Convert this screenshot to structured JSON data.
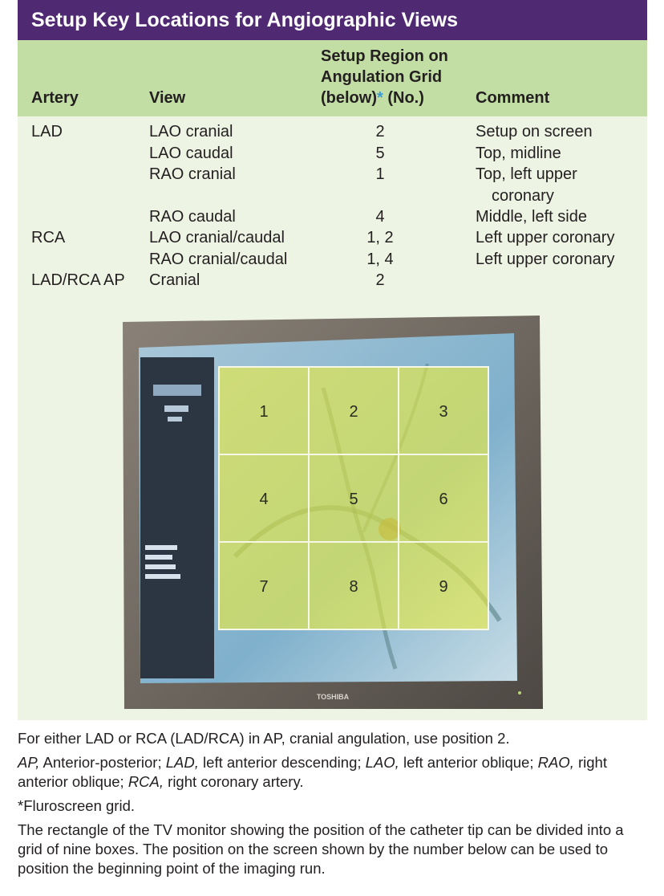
{
  "title": "Setup Key Locations for Angiographic Views",
  "headers": {
    "artery": "Artery",
    "view": "View",
    "region_line1": "Setup Region on",
    "region_line2": "Angulation Grid",
    "region_line3_a": "(below)",
    "region_line3_star": "*",
    "region_line3_b": " (No.)",
    "comment": "Comment"
  },
  "rows": [
    {
      "artery": "LAD",
      "view": "LAO cranial",
      "region": "2",
      "comment": "Setup on screen",
      "comment2": ""
    },
    {
      "artery": "",
      "view": "LAO caudal",
      "region": "5",
      "comment": "Top, midline",
      "comment2": ""
    },
    {
      "artery": "",
      "view": "RAO cranial",
      "region": "1",
      "comment": "Top, left upper",
      "comment2": "coronary"
    },
    {
      "artery": "",
      "view": "RAO caudal",
      "region": "4",
      "comment": "Middle, left side",
      "comment2": ""
    },
    {
      "artery": "RCA",
      "view": "LAO cranial/caudal",
      "region": "1, 2",
      "comment": "Left upper coronary",
      "comment2": ""
    },
    {
      "artery": "",
      "view": "RAO cranial/caudal",
      "region": "1, 4",
      "comment": "Left upper coronary",
      "comment2": ""
    },
    {
      "artery": "LAD/RCA AP",
      "view": "Cranial",
      "region": "2",
      "comment": "",
      "comment2": ""
    }
  ],
  "grid_numbers": [
    "1",
    "2",
    "3",
    "4",
    "5",
    "6",
    "7",
    "8",
    "9"
  ],
  "monitor_brand": "TOSHIBA",
  "footer": {
    "note1": "For either LAD or RCA (LAD/RCA) in AP, cranial angulation, use position 2.",
    "abbr": [
      {
        "term": "AP,",
        "def": " Anterior-posterior; "
      },
      {
        "term": "LAD,",
        "def": " left anterior descending; "
      },
      {
        "term": "LAO,",
        "def": " left anterior oblique; "
      },
      {
        "term": "RAO,",
        "def": " right anterior oblique; "
      },
      {
        "term": "RCA,",
        "def": " right coronary artery."
      }
    ],
    "star_note": "*Fluroscreen grid.",
    "description": "The rectangle of the TV monitor showing the position of the catheter tip can be divided into a grid of nine boxes. The position on the screen shown by the number below can be used to position the beginning point of the imaging run."
  }
}
